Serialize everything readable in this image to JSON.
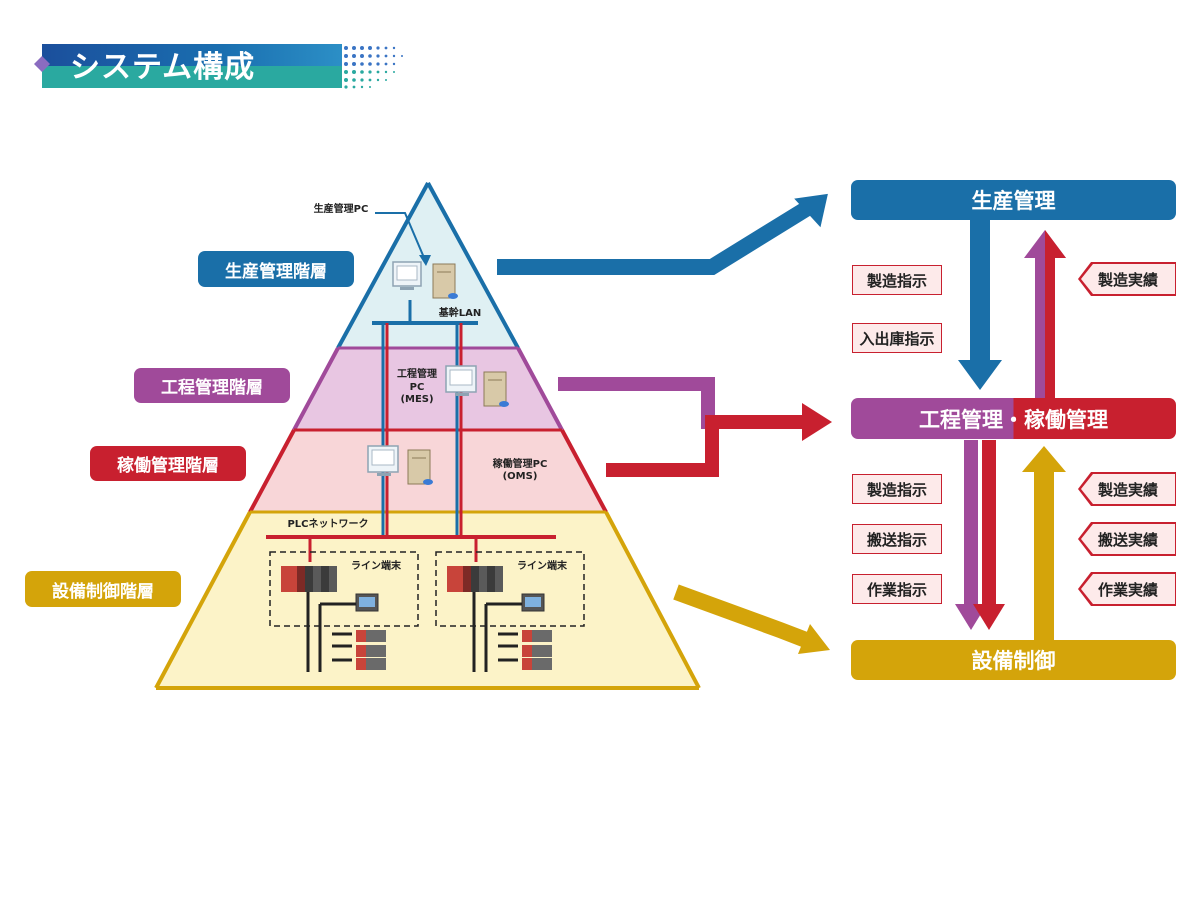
{
  "title": "システム構成",
  "tiers": {
    "production": "生産管理階層",
    "process": "工程管理階層",
    "operation": "稼働管理階層",
    "equipment": "設備制御階層"
  },
  "pyramid_labels": {
    "prod_pc": "生産管理PC",
    "backbone_lan": "基幹LAN",
    "mes_pc": "工程管理\nPC\n(MES)",
    "oms_pc": "稼働管理PC\n(OMS)",
    "plc_network": "PLCネットワーク",
    "line_terminal_1": "ライン端末",
    "line_terminal_2": "ライン端末"
  },
  "boxes": {
    "production": "生産管理",
    "process_operation": "工程管理・稼働管理",
    "equipment": "設備制御"
  },
  "instructions": {
    "mfg_top": "製造指示",
    "inout": "入出庫指示",
    "mfg_bottom": "製造指示",
    "transport": "搬送指示",
    "work": "作業指示"
  },
  "results": {
    "mfg_top": "製造実績",
    "mfg_bottom": "製造実績",
    "transport": "搬送実績",
    "work": "作業実績"
  },
  "colors": {
    "blue": "#1a6fa8",
    "purple": "#a04a9a",
    "red": "#c8202f",
    "gold": "#d4a40a",
    "teal": "#2aa9a0"
  }
}
